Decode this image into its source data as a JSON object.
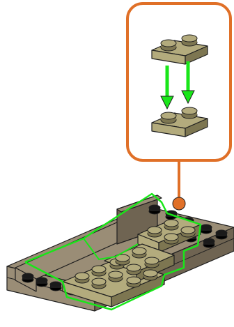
{
  "instruction": {
    "step_type": "build-step",
    "callout": {
      "action": "stack",
      "moving_brick": "plate-1x2",
      "target_brick": "plate-1x2",
      "arrow_count": 2
    },
    "model": {
      "base": "dark-tan-base-plate-with-slope",
      "new_parts_outline": "bright-green"
    }
  },
  "colors": {
    "callout_border": "#E07028",
    "callout_dot": "#E07028",
    "brick_olive": "#B3AB7D",
    "brick_olive_dark": "#7D7651",
    "base_dark_tan": "#9A8D76",
    "base_shadow": "#6F6452",
    "stud_black": "#1A1A1A",
    "highlight_green": "#19E619",
    "arrow_green": "#19E619",
    "outline": "#1F1F1F"
  }
}
